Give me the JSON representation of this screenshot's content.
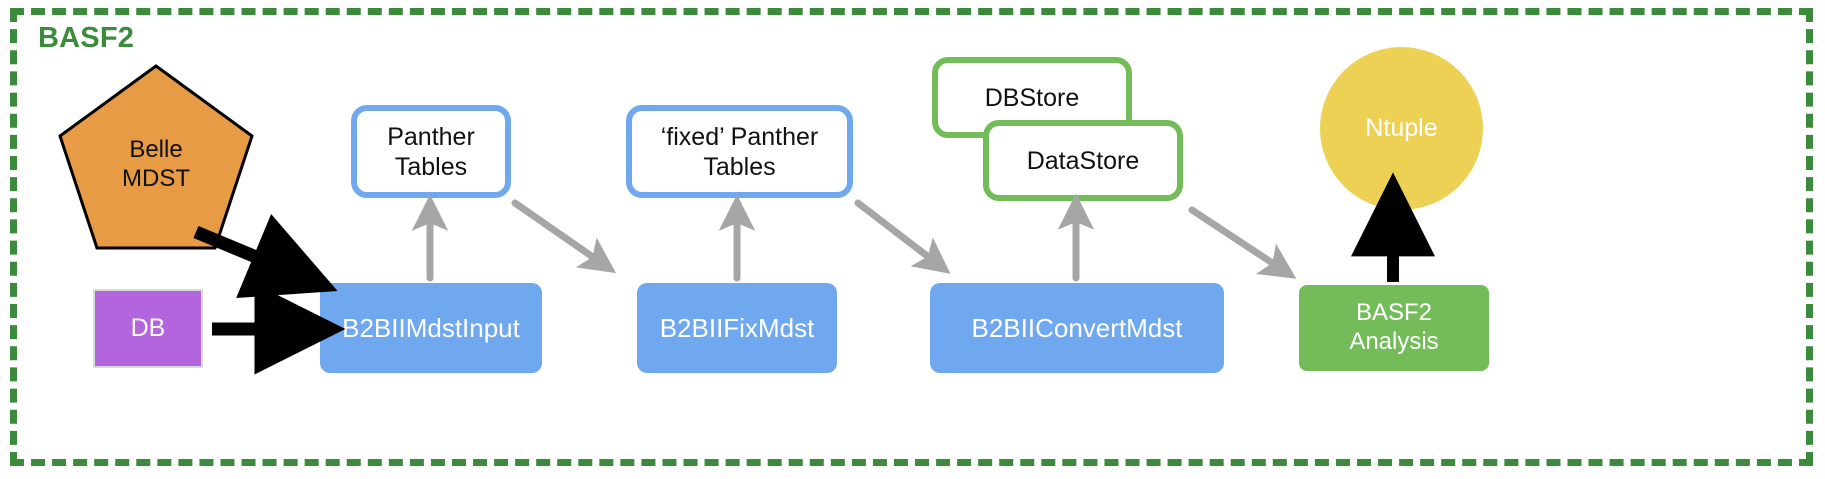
{
  "frame": {
    "title": "BASF2",
    "border_color": "#3C8A3C",
    "border_style": "dashed"
  },
  "nodes": {
    "belle_mdst": {
      "label": "Belle\nMDST",
      "shape": "pentagon",
      "fill": "#E89B45",
      "stroke": "#000000",
      "text_color": "#111111"
    },
    "db": {
      "label": "DB",
      "shape": "rectangle",
      "fill": "#B265DC",
      "stroke": "#D9D9D9",
      "text_color": "#FFFFFF"
    },
    "panther_tables": {
      "label": "Panther\nTables",
      "shape": "rounded-rect-outline",
      "fill": "#FFFFFF",
      "stroke": "#6FA8EF",
      "text_color": "#111111"
    },
    "fixed_panther_tables": {
      "label": "‘fixed’ Panther\nTables",
      "shape": "rounded-rect-outline",
      "fill": "#FFFFFF",
      "stroke": "#6FA8EF",
      "text_color": "#111111"
    },
    "dbstore": {
      "label": "DBStore",
      "shape": "rounded-rect-outline",
      "fill": "#FFFFFF",
      "stroke": "#74BC5A",
      "text_color": "#111111"
    },
    "datastore": {
      "label": "DataStore",
      "shape": "rounded-rect-outline",
      "fill": "#FFFFFF",
      "stroke": "#74BC5A",
      "text_color": "#111111"
    },
    "ntuple": {
      "label": "Ntuple",
      "shape": "circle",
      "fill": "#EDD155",
      "text_color": "#FFFFFF"
    },
    "b2bii_mdst_input": {
      "label": "B2BIIMdstInput",
      "shape": "rounded-rect",
      "fill": "#6FA8EF",
      "text_color": "#FFFFFF"
    },
    "b2bii_fix_mdst": {
      "label": "B2BIIFixMdst",
      "shape": "rounded-rect",
      "fill": "#6FA8EF",
      "text_color": "#FFFFFF"
    },
    "b2bii_convert_mdst": {
      "label": "B2BIIConvertMdst",
      "shape": "rounded-rect",
      "fill": "#6FA8EF",
      "text_color": "#FFFFFF"
    },
    "basf2_analysis": {
      "label": "BASF2\nAnalysis",
      "shape": "rounded-rect",
      "fill": "#74BC5A",
      "text_color": "#FFFFFF"
    }
  },
  "edges": [
    {
      "name": "belle-mdst-to-mdstinput",
      "from": "belle_mdst",
      "to": "b2bii_mdst_input",
      "color": "#000000",
      "style": "solid-thick"
    },
    {
      "name": "db-to-mdstinput",
      "from": "db",
      "to": "b2bii_mdst_input",
      "color": "#000000",
      "style": "solid-thick"
    },
    {
      "name": "mdstinput-to-panther-tables",
      "from": "b2bii_mdst_input",
      "to": "panther_tables",
      "color": "#A6A6A6",
      "style": "sketchy"
    },
    {
      "name": "panther-tables-to-fixmdst",
      "from": "panther_tables",
      "to": "b2bii_fix_mdst",
      "color": "#A6A6A6",
      "style": "sketchy"
    },
    {
      "name": "fixmdst-to-fixed-panther-tables",
      "from": "b2bii_fix_mdst",
      "to": "fixed_panther_tables",
      "color": "#A6A6A6",
      "style": "sketchy"
    },
    {
      "name": "fixed-panther-tables-to-convertmdst",
      "from": "fixed_panther_tables",
      "to": "b2bii_convert_mdst",
      "color": "#A6A6A6",
      "style": "sketchy"
    },
    {
      "name": "convertmdst-to-datastore",
      "from": "b2bii_convert_mdst",
      "to": "datastore",
      "color": "#A6A6A6",
      "style": "sketchy"
    },
    {
      "name": "datastore-to-analysis",
      "from": "datastore",
      "to": "basf2_analysis",
      "color": "#A6A6A6",
      "style": "sketchy"
    },
    {
      "name": "analysis-to-ntuple",
      "from": "basf2_analysis",
      "to": "ntuple",
      "color": "#000000",
      "style": "solid-thick"
    }
  ]
}
